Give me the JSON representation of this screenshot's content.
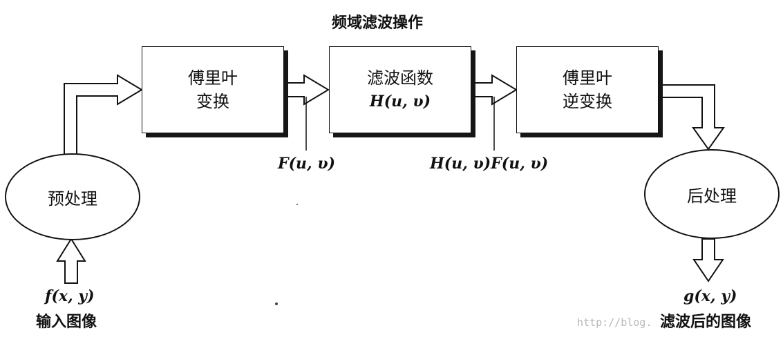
{
  "title": "频域滤波操作",
  "blocks": {
    "fourier": {
      "line1": "傅里叶",
      "line2": "变换"
    },
    "filter": {
      "line1": "滤波函数",
      "line2": "H(u, υ)"
    },
    "inverse": {
      "line1": "傅里叶",
      "line2": "逆变换"
    }
  },
  "ellipses": {
    "pre": "预处理",
    "post": "后处理"
  },
  "labels": {
    "F": "F(u, υ)",
    "HF": "H(u, υ)F(u, υ)",
    "input_math": "f(x, y)",
    "input_text": "输入图像",
    "output_math": "g(x, y)",
    "output_text": "滤波后的图像"
  },
  "watermark": "http://blog."
}
